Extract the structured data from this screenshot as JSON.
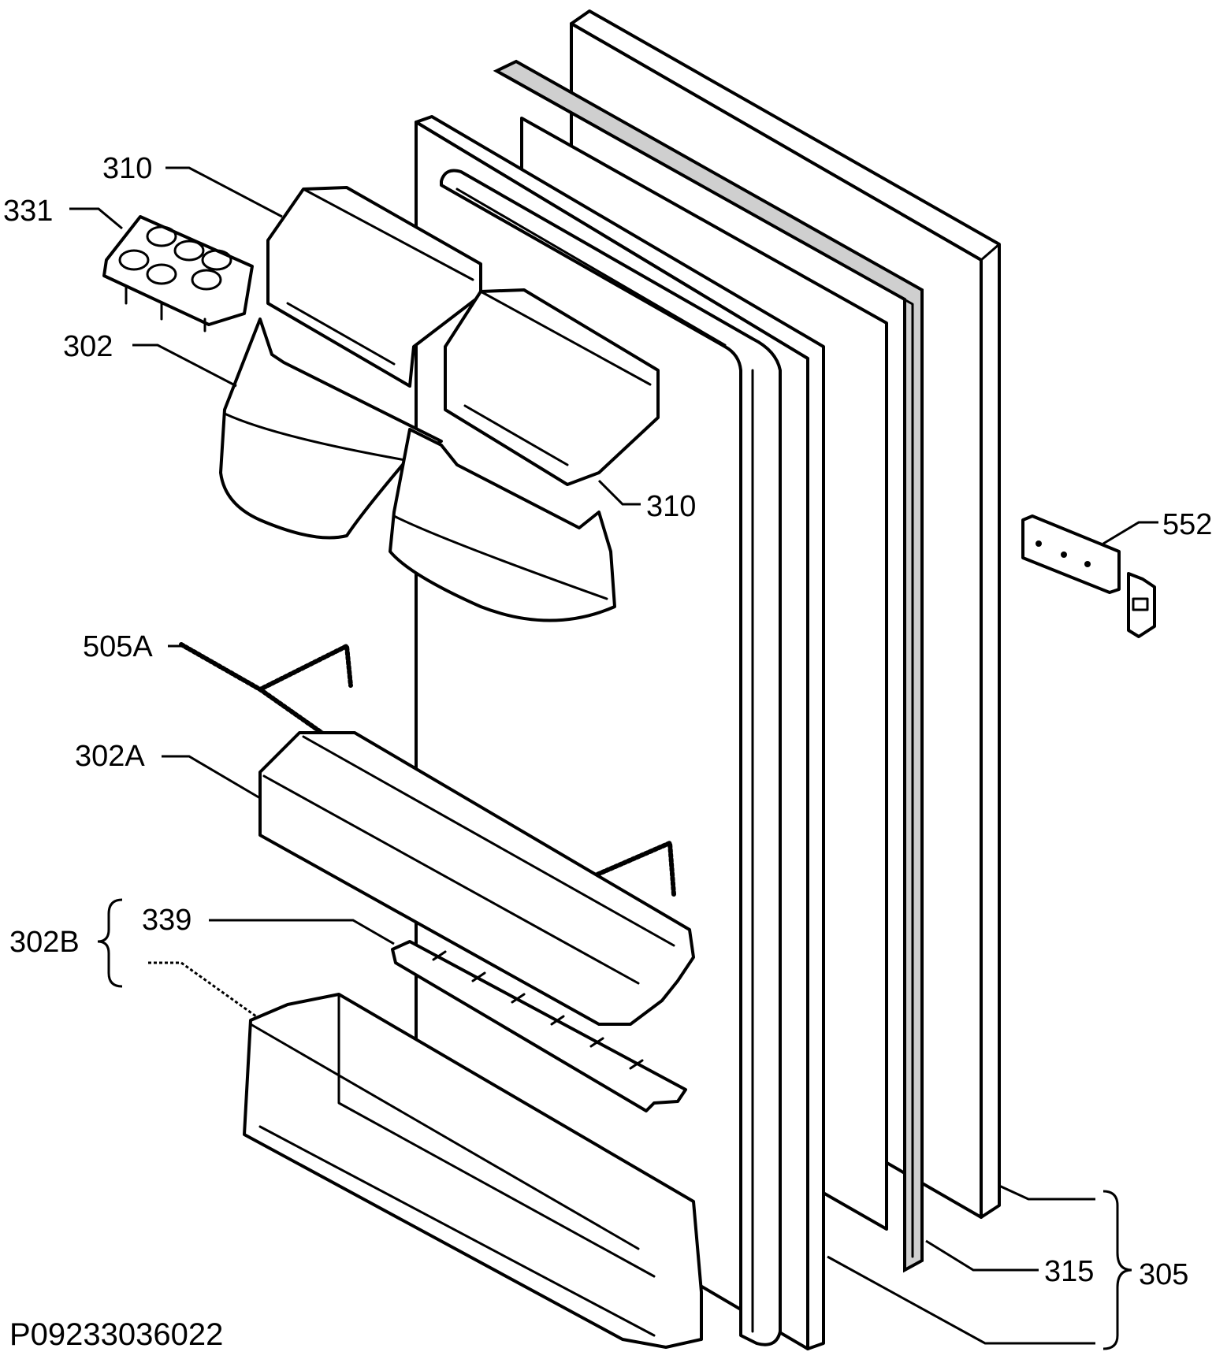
{
  "callouts": {
    "c331": "331",
    "c310_top": "310",
    "c310_mid": "310",
    "c302": "302",
    "c552": "552",
    "c505A": "505A",
    "c302A": "302A",
    "c302B": "302B",
    "c339": "339",
    "c315": "315",
    "c305": "305"
  },
  "drawing_code": "P09233036022"
}
